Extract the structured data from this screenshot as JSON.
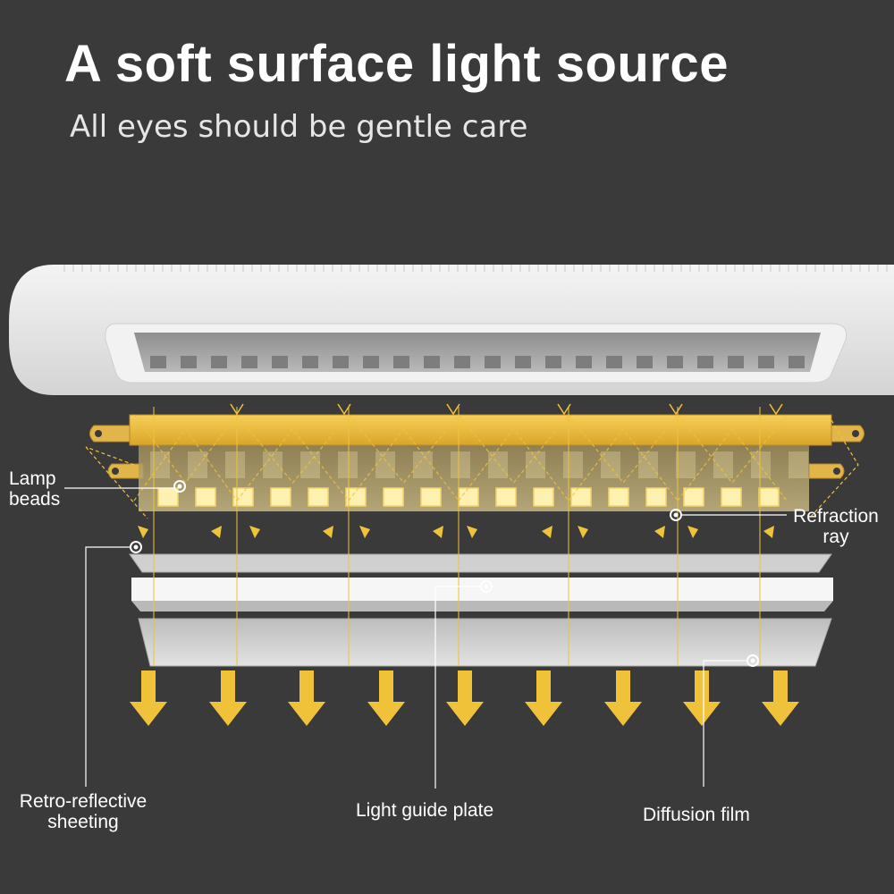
{
  "headline": "A soft surface light source",
  "subline": "All eyes should be gentle care",
  "labels": {
    "lamp_beads_1": "Lamp",
    "lamp_beads_2": "beads",
    "refraction_1": "Refraction",
    "refraction_2": "ray",
    "retro_1": "Retro-reflective",
    "retro_2": "sheeting",
    "light_guide": "Light guide plate",
    "diffusion": "Diffusion film"
  },
  "colors": {
    "background": "#3a3a3a",
    "housing": "#e9e9e9",
    "accent": "#f0c23a",
    "led": "#fff1b0"
  }
}
